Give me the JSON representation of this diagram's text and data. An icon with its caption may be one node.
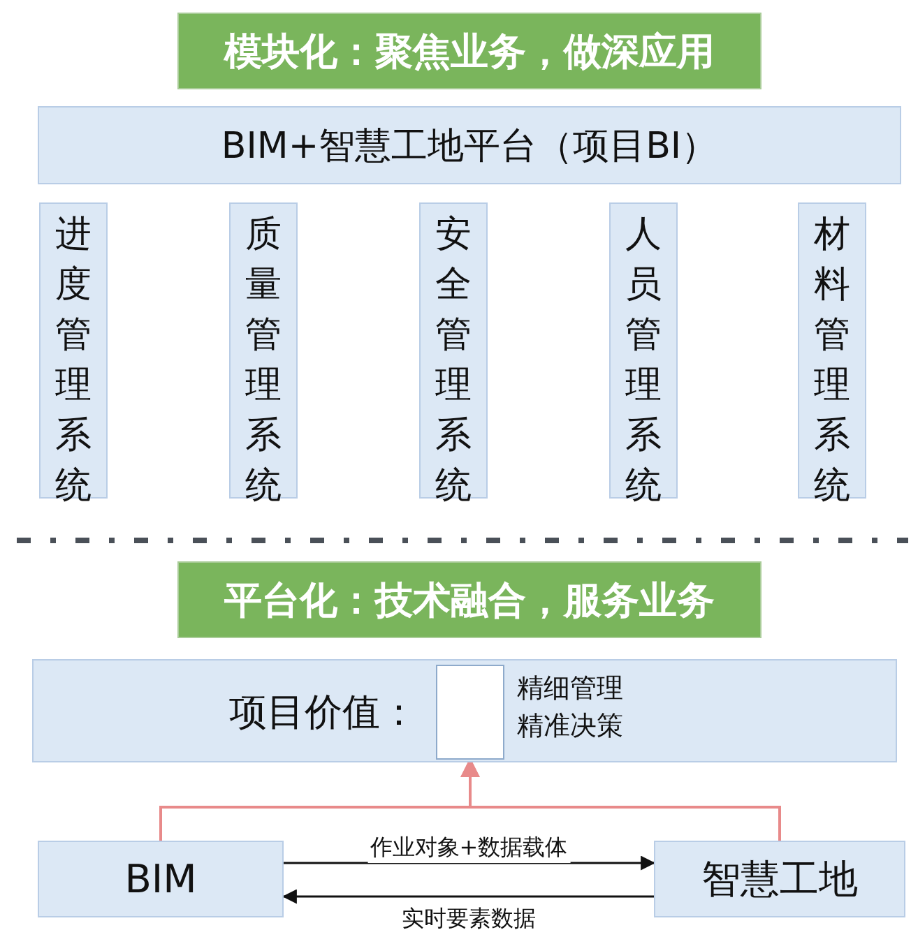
{
  "diagram": {
    "nodes": [
      {
        "text": [
          "模块化：聚焦业务，做深应用"
        ]
      },
      {
        "text": [
          "BIM+智慧工地平台（项目BI）"
        ]
      },
      {
        "text": [
          "进度管理系统"
        ]
      },
      {
        "text": [
          "质量管理系统"
        ]
      },
      {
        "text": [
          "安全管理系统"
        ]
      },
      {
        "text": [
          "人员管理系统"
        ]
      },
      {
        "text": [
          "材料管理系统"
        ]
      },
      {
        "text": [
          "平台化：技术融合，服务业务"
        ]
      },
      {
        "text": [
          "项目价值：",
          "精细管理",
          "精准决策"
        ]
      },
      {
        "text": [],
        "shape": "box",
        "in": 8
      },
      {
        "text": [
          "BIM"
        ]
      },
      {
        "text": [
          "智慧工地"
        ]
      }
    ],
    "edges": [
      {
        "from": 10,
        "to": 11,
        "arrow": "to",
        "label": "作业对象+数据载体"
      },
      {
        "from": 11,
        "to": 10,
        "arrow": "to",
        "label": "实时要素数据"
      },
      {
        "from": 10,
        "to": 9,
        "arrow": "to",
        "color": "#e88a8a"
      },
      {
        "from": 11,
        "to": 9,
        "arrow": "to",
        "color": "#e88a8a"
      }
    ]
  }
}
